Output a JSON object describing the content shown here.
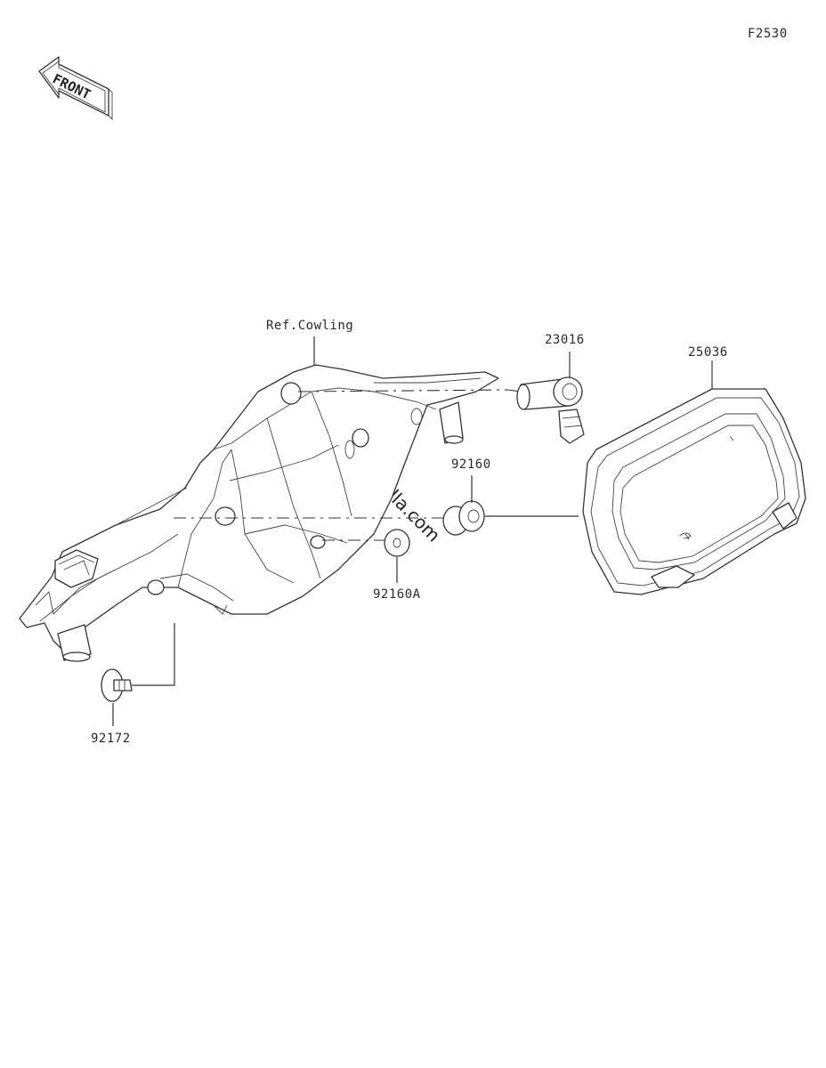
{
  "diagram_code": "F2530",
  "front_label": "FRONT",
  "watermark": "©Partzilla.com",
  "callouts": {
    "ref_cowling": "Ref.Cowling",
    "p23016": "23016",
    "p25036": "25036",
    "p92160": "92160",
    "p92160a": "92160A",
    "p92172": "92172"
  }
}
